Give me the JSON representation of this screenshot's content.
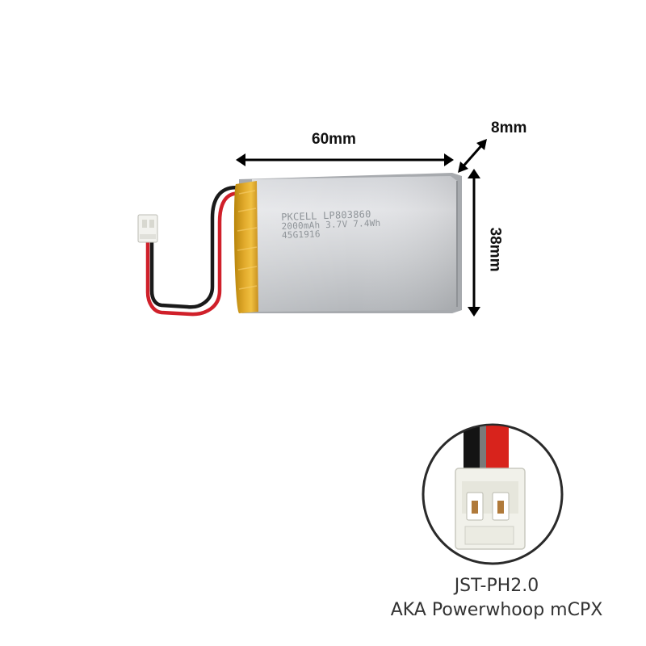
{
  "dimensions": {
    "length": "60mm",
    "thickness": "8mm",
    "width": "38mm"
  },
  "battery": {
    "line1": "PKCELL LP803860",
    "line2": "2000mAh 3.7V 7.4Wh",
    "line3": "45G1916"
  },
  "connector": {
    "name": "JST-PH2.0",
    "alias": "AKA Powerwhoop mCPX"
  }
}
